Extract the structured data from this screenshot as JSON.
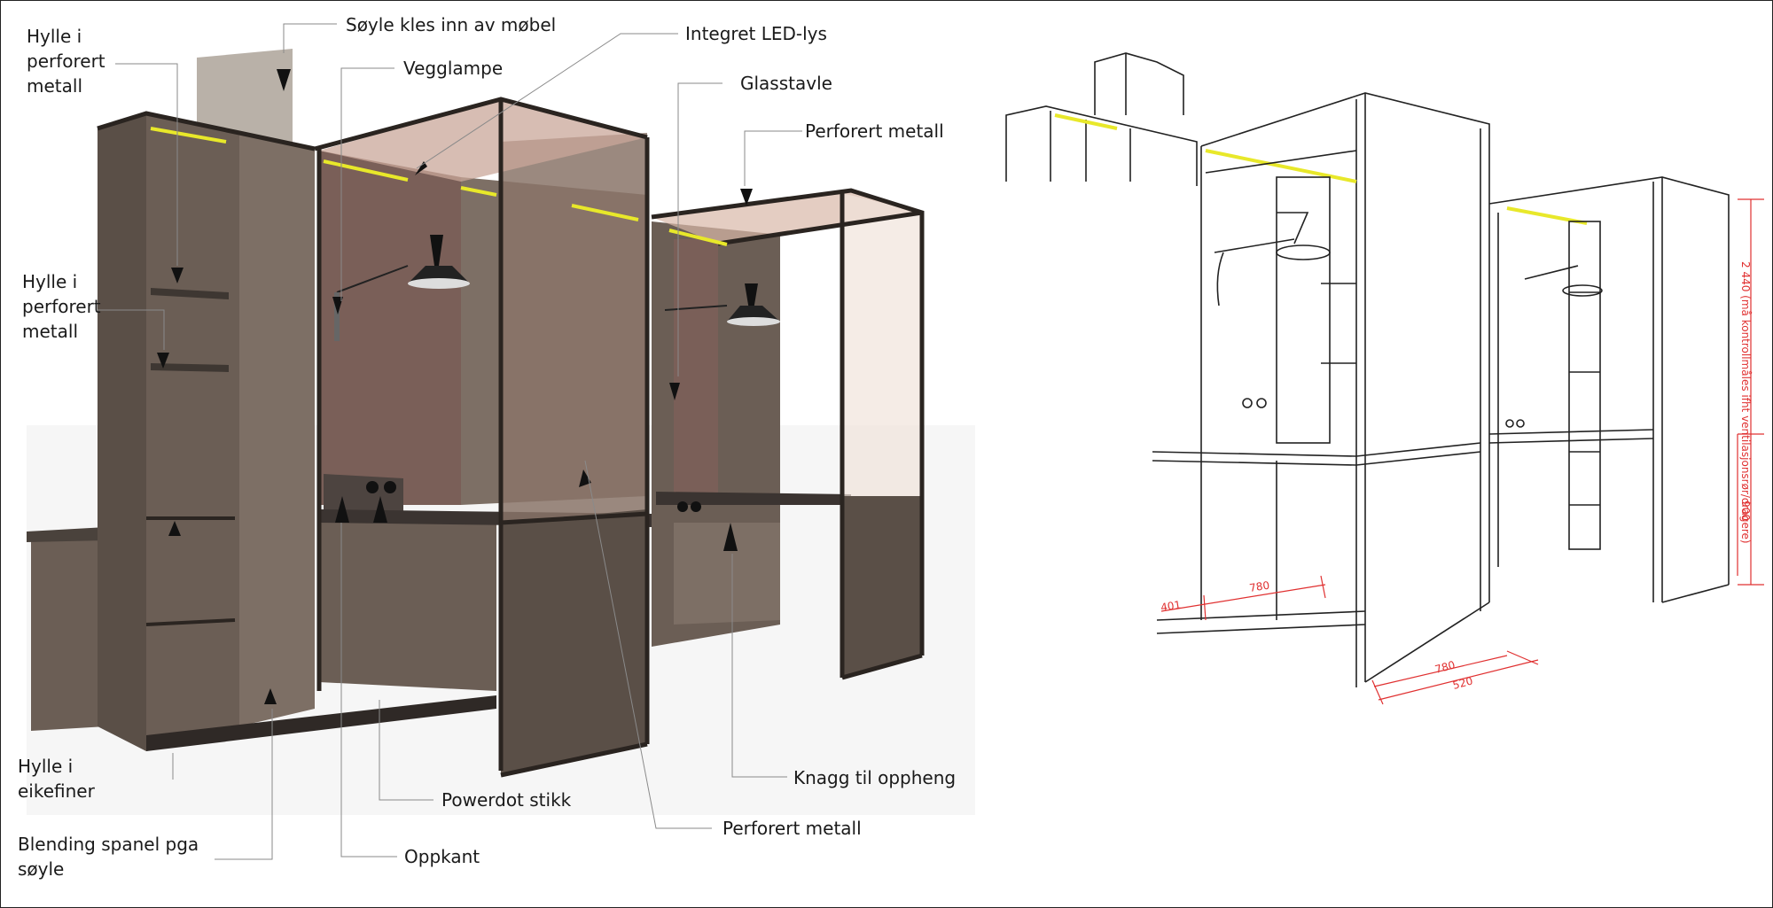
{
  "labels": {
    "hylle_top": [
      "Hylle i",
      "perforert",
      "metall"
    ],
    "hylle_mid": [
      "Hylle i",
      "perforert",
      "metall"
    ],
    "hylle_eik": [
      "Hylle i",
      "eikefiner"
    ],
    "blending": [
      "Blending spanel pga",
      "søyle"
    ],
    "soyle": "Søyle kles inn av møbel",
    "vegglampe": "Vegglampe",
    "led": "Integret LED-lys",
    "glasstavle": "Glasstavle",
    "perforert_top": "Perforert metall",
    "knagg": "Knagg til oppheng",
    "powerdot": "Powerdot stikk",
    "perforert_bottom": "Perforert metall",
    "oppkant": "Oppkant"
  },
  "dimensions": {
    "height": "2 440 (må kontrollmåles ifht ventilasjonsrør/dragere)",
    "d900": "900",
    "d780_left": "780",
    "d401": "401",
    "d780_bottom": "780",
    "d520": "520"
  },
  "colors": {
    "wood": "#5a4f47",
    "led": "#e8e82a",
    "dimension": "#e03030"
  }
}
